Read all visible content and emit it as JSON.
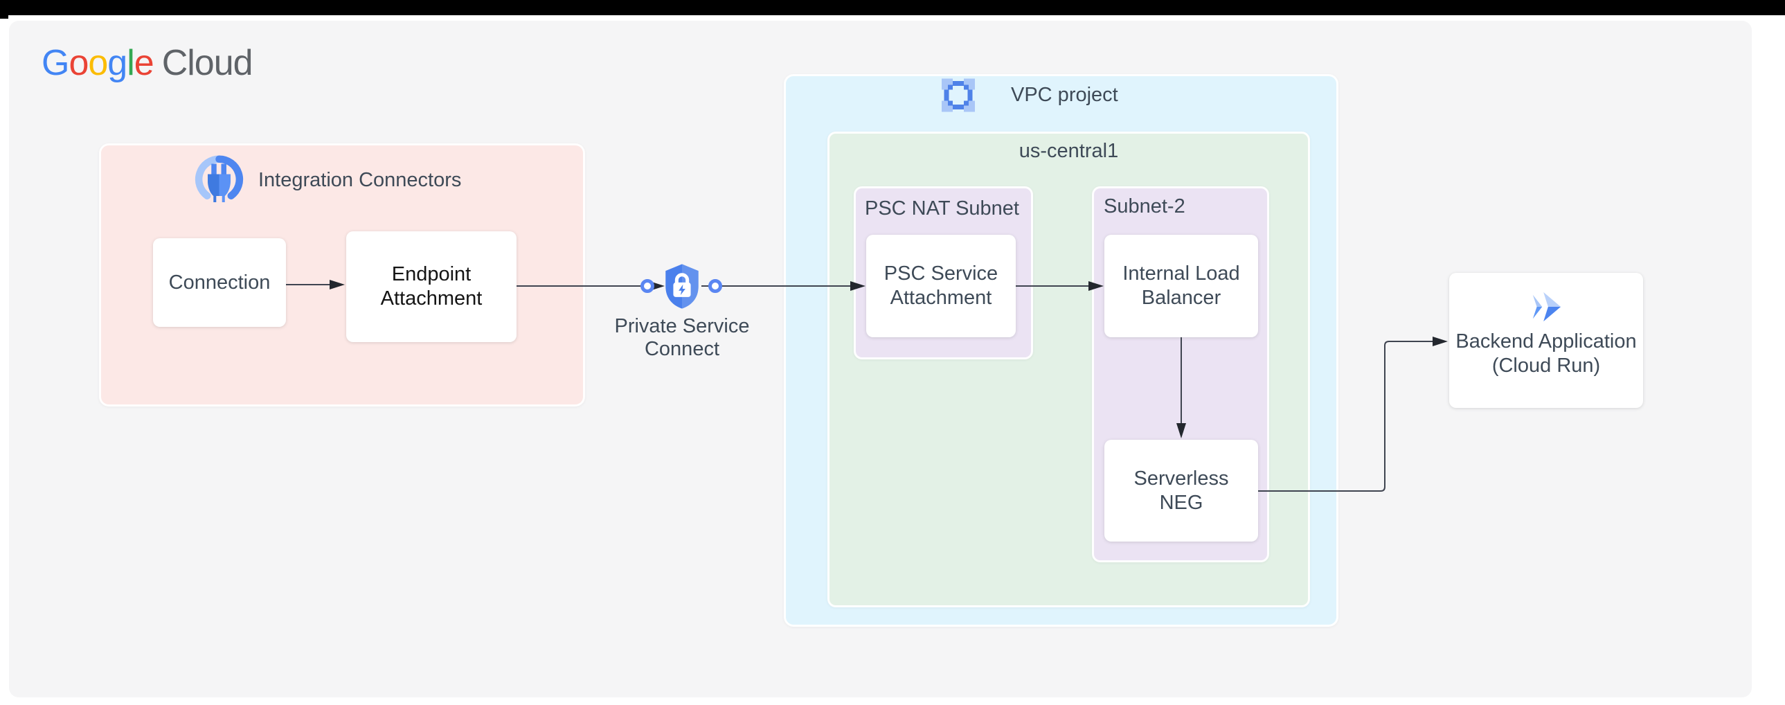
{
  "logo": {
    "g0": "G",
    "g1": "o",
    "g2": "o",
    "g3": "g",
    "g4": "l",
    "g5": "e",
    "cloud": "Cloud"
  },
  "groups": {
    "integration_connectors": {
      "label": "Integration Connectors"
    },
    "vpc_project": {
      "label": "VPC project"
    },
    "region": {
      "label": "us-central1"
    },
    "psc_nat_subnet": {
      "label": "PSC NAT Subnet"
    },
    "subnet_2": {
      "label": "Subnet-2"
    }
  },
  "nodes": {
    "connection": {
      "label": "Connection"
    },
    "endpoint_attachment": {
      "label": "Endpoint Attachment"
    },
    "private_service_connect": {
      "label": "Private Service Connect"
    },
    "psc_service_attachment": {
      "label": "PSC Service Attachment"
    },
    "internal_load_balancer": {
      "label": "Internal Load Balancer"
    },
    "serverless_neg": {
      "label": "Serverless NEG"
    },
    "backend_application": {
      "label": "Backend Application (Cloud Run)"
    }
  },
  "edges": [
    {
      "from": "connection",
      "to": "endpoint_attachment"
    },
    {
      "from": "endpoint_attachment",
      "to": "private_service_connect"
    },
    {
      "from": "private_service_connect",
      "to": "psc_service_attachment"
    },
    {
      "from": "psc_service_attachment",
      "to": "internal_load_balancer"
    },
    {
      "from": "internal_load_balancer",
      "to": "serverless_neg"
    },
    {
      "from": "serverless_neg",
      "to": "backend_application"
    }
  ],
  "icons": {
    "integration_connectors": "plug-icon",
    "vpc_project": "vpc-network-icon",
    "private_service_connect": "shield-lock-icon",
    "backend_application": "cloud-run-icon"
  },
  "colors": {
    "canvas": "#f5f5f6",
    "integration_connectors_bg": "#fce8e6",
    "vpc_bg": "#e0f4fd",
    "region_bg": "#e3f1e6",
    "subnet_bg": "#ebe3f3",
    "node_bg": "#ffffff",
    "text": "#3e4a57",
    "line": "#3f4450",
    "accent_blue": "#4285F4",
    "logo_gray": "#5f6368"
  }
}
